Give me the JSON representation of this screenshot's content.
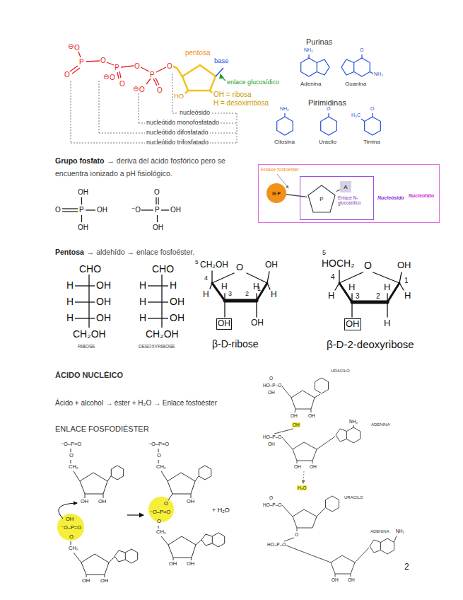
{
  "diagram": {
    "nodes": [
      {
        "text": [
          "Nucleótido"
        ]
      },
      {
        "text": [
          "G P"
        ],
        "in": 0
      },
      {
        "text": [
          "Nucleósido"
        ],
        "in": 0
      },
      {
        "text": [
          "P"
        ],
        "in": 2
      },
      {
        "text": [
          "A"
        ],
        "in": 2
      }
    ],
    "edges": [
      {
        "from": 1,
        "to": 3,
        "arrow": "none"
      },
      {
        "from": 3,
        "to": 4,
        "arrow": "none"
      }
    ],
    "labels": [
      "⊖",
      "O",
      "P",
      "O",
      "O",
      "P",
      "⊖",
      "O",
      "O",
      "O",
      "P",
      "O",
      "⊖",
      "O",
      "O",
      "pentosa",
      "base",
      "enlace glucosídico",
      "HO",
      "OH = ribosa",
      "H = desoxirribosa",
      "nucleósido",
      "nucleótido monofosfatado",
      "nucleótido difosfatado",
      "nucleótido trifosfatado",
      "Purinas",
      "NH₂",
      "Adenina",
      "O",
      "NH₂",
      "Guanina",
      "Pirimidinas",
      "NH₂",
      "Citosina",
      "O",
      "Uracilo",
      "H₃C",
      "O",
      "Timina",
      "Grupo fosfato",
      "→ deriva del ácido fosfórico pero se encuentra ionizado a pH fisiológico.",
      "OH",
      "O",
      "P",
      "OH",
      "OH",
      "O",
      "⁻O",
      "P",
      "OH",
      "OH",
      "Enlace fosfoéster",
      "Enlace N-glucosídico",
      "Pentosa",
      "→ aldehído → enlace fosfoéster.",
      "CHO",
      "H",
      "OH",
      "H",
      "OH",
      "H",
      "OH",
      "CH₂OH",
      "RIBOSE",
      "CHO",
      "H",
      "H",
      "H",
      "OH",
      "H",
      "OH",
      "CH₂OH",
      "DESOXYRIBOSE",
      "5",
      "CH₂OH",
      "O",
      "OH",
      "4",
      "1",
      "H",
      "H",
      "H",
      "3",
      "H",
      "2",
      "OH",
      "OH",
      "β-D-ribose",
      "5",
      "HOCH₂",
      "O",
      "OH",
      "4",
      "1",
      "H",
      "H",
      "H",
      "3",
      "H",
      "2",
      "OH",
      "H",
      "β-D-2-deoxyribose",
      "ÁCIDO NUCLÉICO",
      "Ácido + alcohol → éster + H₂O → Enlace fosfoéster",
      "ENLACE FOSFODIÉSTER",
      "⁻O–P=O",
      "O",
      "CH₂",
      "OH",
      "OH",
      "OH",
      "⁻O–P=O",
      "O",
      "CH₂",
      "OH",
      "OH",
      "⁻O–P=O",
      "O",
      "CH₂",
      "O",
      "OH",
      "⁻O–P=O",
      "O",
      "CH₂",
      "OH",
      "OH",
      "+ H₂O",
      "URACILO",
      "O",
      "HO–P–O",
      "OH",
      "OH",
      "OH",
      "OH",
      "ADENINA",
      "NH₂",
      "HO–P–O",
      "OH",
      "OH",
      "OH",
      "H₂O",
      "URACILO",
      "HO–P–O",
      "O",
      "O",
      "HO–P–O",
      "ADENINA",
      "NH₂",
      "OH",
      "OH",
      "2"
    ]
  }
}
